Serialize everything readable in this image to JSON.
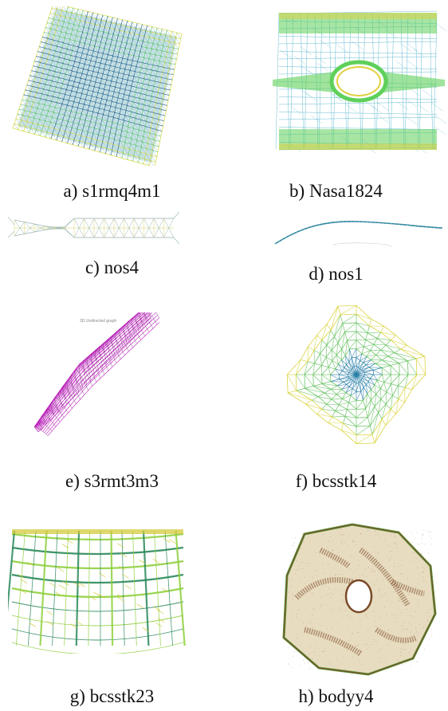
{
  "figure": {
    "panels": [
      {
        "id": "a",
        "caption": "a) s1rmq4m1",
        "mesh": "twisted square grid",
        "colors": [
          "#1e5a86",
          "#2a8fa0",
          "#5fc56a",
          "#d6d63a"
        ]
      },
      {
        "id": "b",
        "caption": "b) Nasa1824",
        "mesh": "block with central hole",
        "colors": [
          "#2aa0c0",
          "#5fd05a",
          "#e0d040"
        ]
      },
      {
        "id": "c",
        "caption": "c) nos4",
        "mesh": "long truss",
        "colors": [
          "#8fb0a8",
          "#d8d06a"
        ]
      },
      {
        "id": "d",
        "caption": "d) nos1",
        "mesh": "thin curved line",
        "colors": [
          "#2a7fa0",
          "#60c0a0"
        ]
      },
      {
        "id": "e",
        "caption": "e) s3rmt3m3",
        "mesh": "folded sheet",
        "colors": [
          "#c020c0",
          "#6a1a6a"
        ],
        "inset_text": "3D Undirected graph"
      },
      {
        "id": "f",
        "caption": "f) bcsstk14",
        "mesh": "star shaped triangular mesh",
        "colors": [
          "#2a7fa8",
          "#5fc05a",
          "#d8d030"
        ]
      },
      {
        "id": "g",
        "caption": "g) bcsstk23",
        "mesh": "cylindrical frame",
        "colors": [
          "#2a8a5a",
          "#8fd040",
          "#d0c830"
        ]
      },
      {
        "id": "h",
        "caption": "h) bodyy4",
        "mesh": "dense ring mesh",
        "colors": [
          "#e8dcc0",
          "#7a4a2a",
          "#5a9a3a"
        ]
      }
    ]
  }
}
